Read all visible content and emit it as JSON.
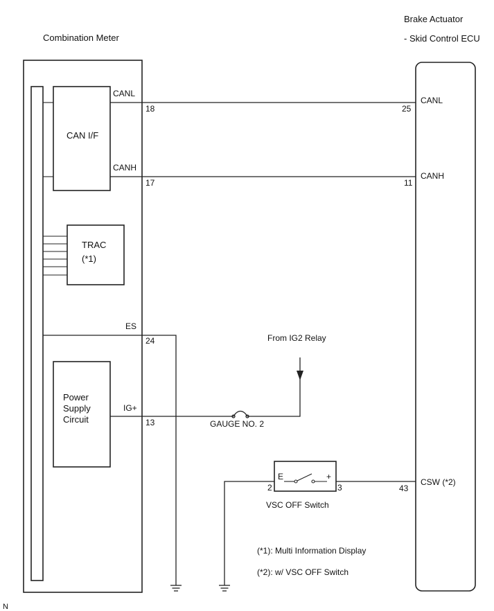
{
  "labels": {
    "combination_meter": "Combination Meter",
    "brake_actuator_line1": "Brake Actuator",
    "brake_actuator_line2": "- Skid Control ECU",
    "can_if": "CAN I/F",
    "trac_line1": "TRAC",
    "trac_line2": "(*1)",
    "power_line1": "Power",
    "power_line2": "Supply",
    "power_line3": "Circuit",
    "from_ig2": "From IG2 Relay",
    "fuse": "GAUGE NO. 2",
    "vsc_switch": "VSC OFF Switch",
    "switch_e": "E",
    "switch_plus": "+",
    "note1": "(*1): Multi Information Display",
    "note2": "(*2): w/ VSC OFF Switch",
    "corner": "N"
  },
  "meter_pins": {
    "canl_name": "CANL",
    "canl_num": "18",
    "canh_name": "CANH",
    "canh_num": "17",
    "es_name": "ES",
    "es_num": "24",
    "ig_name": "IG+",
    "ig_num": "13"
  },
  "ecu_pins": {
    "canl_num": "25",
    "canl_name": "CANL",
    "canh_num": "11",
    "canh_name": "CANH",
    "csw_num": "43",
    "csw_name": "CSW (*2)"
  },
  "switch_pins": {
    "left": "2",
    "right": "3"
  }
}
